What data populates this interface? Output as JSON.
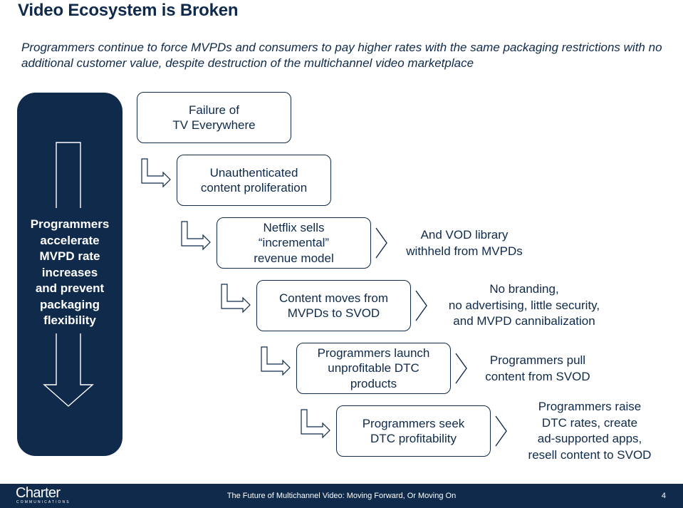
{
  "slide": {
    "title": "Video Ecosystem is Broken",
    "subtitle": "Programmers continue to force MVPDs and consumers to pay higher rates with the same packaging restrictions with no additional customer value, despite destruction of the multichannel video marketplace"
  },
  "side_panel": {
    "lines": [
      "Programmers",
      "accelerate",
      "MVPD rate",
      "increases",
      "and prevent",
      "packaging",
      "flexibility"
    ]
  },
  "steps": [
    {
      "lines": [
        "Failure of",
        "TV Everywhere"
      ]
    },
    {
      "lines": [
        "Unauthenticated",
        "content proliferation"
      ]
    },
    {
      "lines": [
        "Netflix sells",
        "“incremental”",
        "revenue model"
      ]
    },
    {
      "lines": [
        "Content moves from",
        "MVPDs to SVOD"
      ]
    },
    {
      "lines": [
        "Programmers launch",
        "unprofitable DTC",
        "products"
      ]
    },
    {
      "lines": [
        "Programmers seek",
        "DTC profitability"
      ]
    }
  ],
  "notes": [
    {
      "lines": [
        "And VOD library",
        "withheld from MVPDs"
      ]
    },
    {
      "lines": [
        "No branding,",
        "no advertising, little security,",
        "and MVPD cannibalization"
      ]
    },
    {
      "lines": [
        "Programmers pull",
        "content from SVOD"
      ]
    },
    {
      "lines": [
        "Programmers raise",
        "DTC rates, create",
        "ad-supported apps,",
        "resell content to SVOD"
      ]
    }
  ],
  "footer": {
    "logo_main": "Charter",
    "logo_sub": "COMMUNICATIONS",
    "text": "The Future of Multichannel Video: Moving Forward, Or Moving On",
    "page_number": "4"
  },
  "colors": {
    "navy": "#0f2a4a",
    "background": "#ffffff"
  }
}
